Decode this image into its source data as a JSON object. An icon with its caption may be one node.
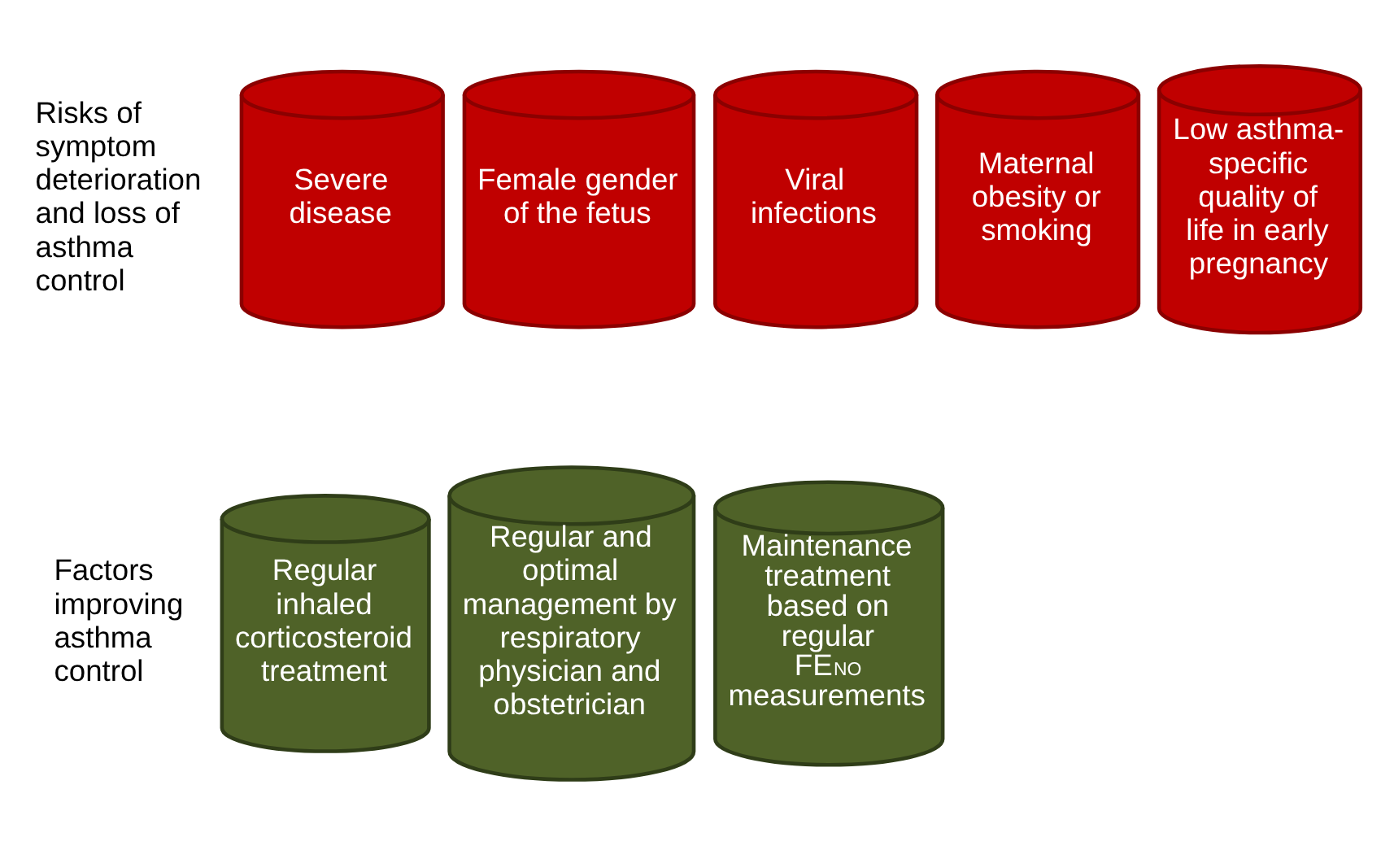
{
  "diagram": {
    "nodes": [
      {
        "text": [
          "Severe disease"
        ]
      },
      {
        "text": [
          "Female gender of the fetus"
        ]
      },
      {
        "text": [
          "Viral infections"
        ]
      },
      {
        "text": [
          "Maternal obesity or smoking"
        ]
      },
      {
        "text": [
          "Low asthma-specific quality of life in early pregnancy"
        ]
      },
      {
        "text": [
          "Regular inhaled corticosteroid treatment"
        ]
      },
      {
        "text": [
          "Regular and optimal management by respiratory physician and obstetrician"
        ]
      },
      {
        "text": [
          "Maintenance treatment based on regular FE$_{NO}$ measurements"
        ]
      }
    ],
    "edges": [],
    "labels": [
      "Risks of symptom deterioration and loss of asthma control",
      "Factors improving asthma control"
    ]
  }
}
